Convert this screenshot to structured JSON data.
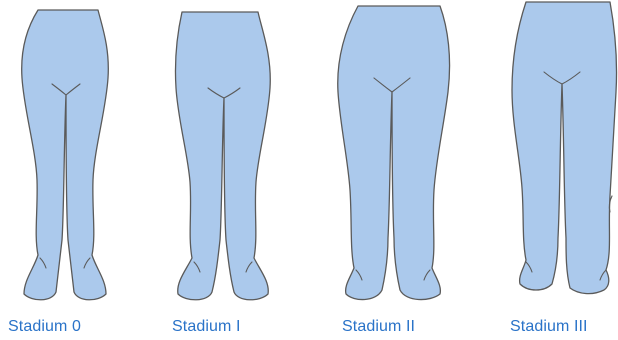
{
  "colors": {
    "leg_fill": "#abc9ec",
    "outline": "#5a5a5a",
    "label": "#2a73c8"
  },
  "stages": [
    {
      "label": "Stadium 0"
    },
    {
      "label": "Stadium I"
    },
    {
      "label": "Stadium II"
    },
    {
      "label": "Stadium III"
    }
  ]
}
